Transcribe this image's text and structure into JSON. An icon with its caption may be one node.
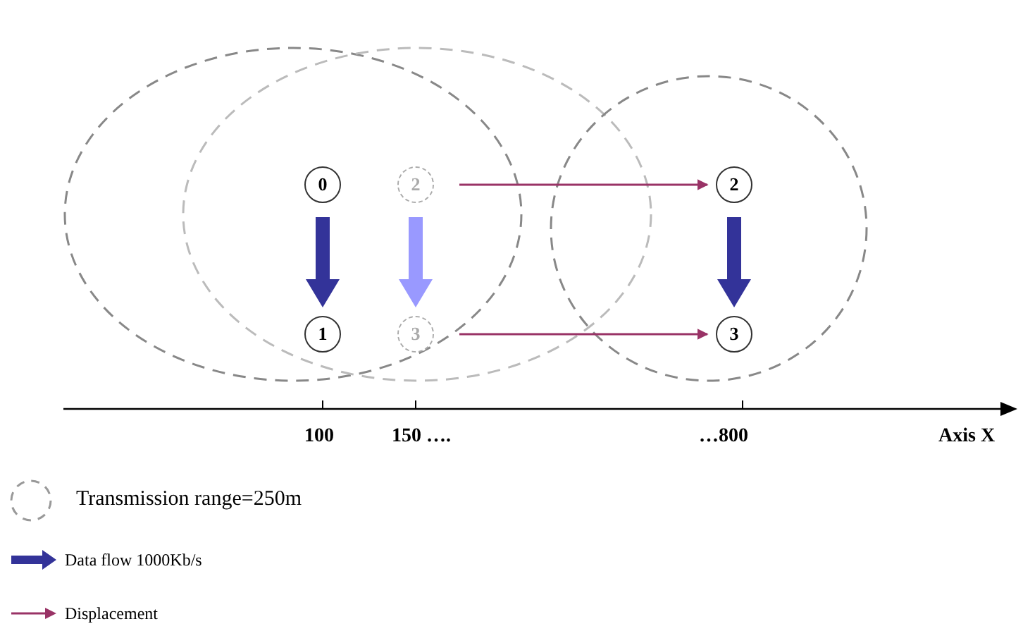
{
  "diagram": {
    "nodes": [
      {
        "text": [
          "0"
        ]
      },
      {
        "text": [
          "1"
        ]
      },
      {
        "text": [
          "2"
        ]
      },
      {
        "text": [
          "3"
        ]
      },
      {
        "text": [
          "2"
        ]
      },
      {
        "text": [
          "3"
        ]
      }
    ],
    "edges": [
      {
        "from": 0,
        "to": 1,
        "arrow": "to",
        "style": "thick",
        "color": "#333399"
      },
      {
        "from": 2,
        "to": 3,
        "arrow": "to",
        "style": "thick",
        "color": "#9999ff"
      },
      {
        "from": 2,
        "to": 4,
        "arrow": "to",
        "color": "#993366"
      },
      {
        "from": 3,
        "to": 5,
        "arrow": "to",
        "color": "#993366"
      },
      {
        "from": 4,
        "to": 5,
        "arrow": "to",
        "style": "thick",
        "color": "#333399"
      }
    ],
    "labels": [
      "100",
      "150 ….",
      "…800",
      "Axis X"
    ],
    "legend": [
      {
        "text": "Transmission range=250m"
      },
      {
        "text": "Data flow 1000Kb/s"
      },
      {
        "text": "Displacement"
      }
    ]
  }
}
